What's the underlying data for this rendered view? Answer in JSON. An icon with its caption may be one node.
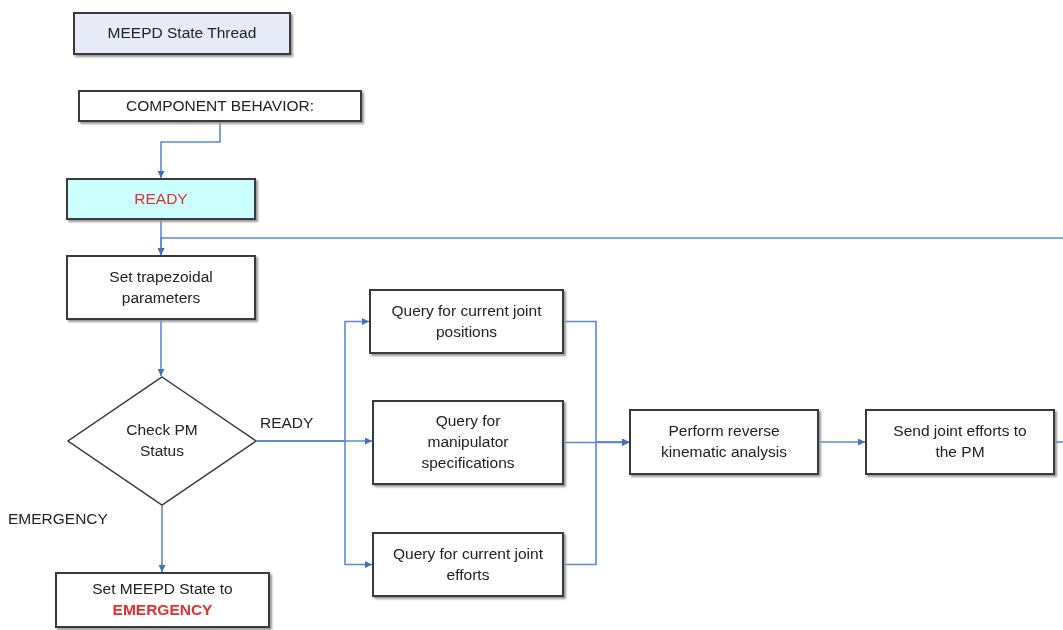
{
  "diagram": {
    "nodes": [
      {
        "text": [
          "MEEPD State Thread"
        ]
      },
      {
        "text": [
          "COMPONENT BEHAVIOR:"
        ]
      },
      {
        "text": [
          "READY"
        ]
      },
      {
        "text": [
          "Set trapezoidal parameters"
        ]
      },
      {
        "text": [
          "Check PM Status"
        ]
      },
      {
        "text": [
          "Query for current joint positions"
        ]
      },
      {
        "text": [
          "Query for manipulator specifications"
        ]
      },
      {
        "text": [
          "Query for current joint efforts"
        ]
      },
      {
        "text": [
          "Perform reverse kinematic analysis"
        ]
      },
      {
        "text": [
          "Send joint efforts to the PM"
        ]
      },
      {
        "text": [
          "Set MEEPD State to",
          "EMERGENCY"
        ]
      }
    ],
    "edges": [
      {
        "from": 1,
        "to": 2,
        "arrow": "to"
      },
      {
        "from": 2,
        "to": 3,
        "arrow": "to"
      },
      {
        "from": null,
        "to": 3,
        "arrow": "to"
      },
      {
        "from": 3,
        "to": 4,
        "arrow": "to"
      },
      {
        "from": 4,
        "to": 5,
        "arrow": "to"
      },
      {
        "from": 4,
        "to": 6,
        "arrow": "to",
        "label": "READY"
      },
      {
        "from": 4,
        "to": 7,
        "arrow": "to"
      },
      {
        "from": 5,
        "to": 8,
        "arrow": "to"
      },
      {
        "from": 6,
        "to": 8,
        "arrow": "to"
      },
      {
        "from": 7,
        "to": 8,
        "arrow": "to"
      },
      {
        "from": 8,
        "to": 9,
        "arrow": "to"
      },
      {
        "from": 9,
        "to": null,
        "arrow": "none"
      },
      {
        "from": 4,
        "to": 10,
        "arrow": "to",
        "label": "EMERGENCY"
      }
    ]
  }
}
